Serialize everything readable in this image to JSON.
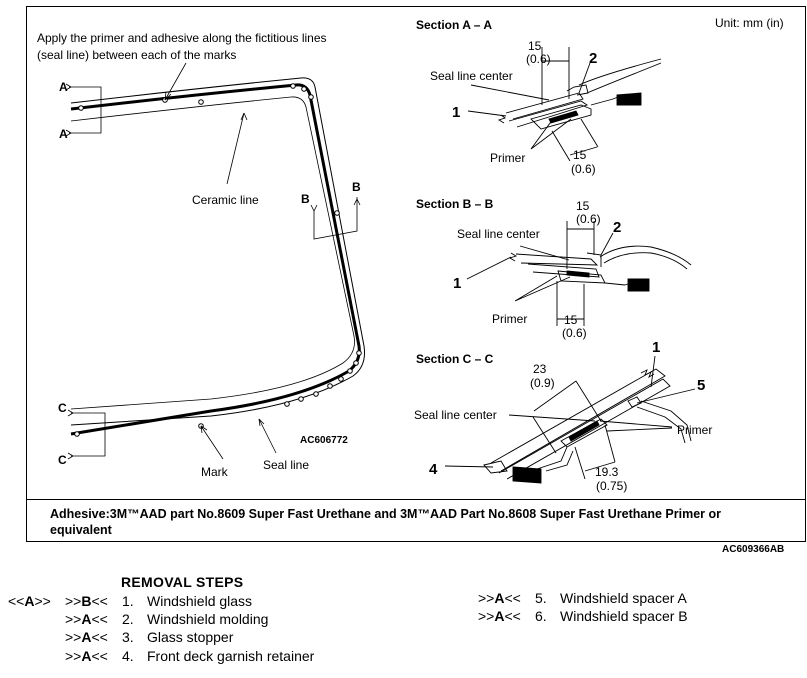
{
  "diagram": {
    "instruction_line1": "Apply the primer and adhesive along the fictitious lines",
    "instruction_line2": "(seal line) between each of the marks",
    "unit": "Unit: mm (in)",
    "section_a_title": "Section A – A",
    "section_b_title": "Section B – B",
    "section_c_title": "Section C – C",
    "label_a": "A",
    "label_b": "B",
    "label_c": "C",
    "ceramic_line": "Ceramic line",
    "mark": "Mark",
    "seal_line": "Seal line",
    "seal_line_center": "Seal line center",
    "primer": "Primer",
    "dim_15": "15",
    "dim_15_in": "(0.6)",
    "dim_23": "23",
    "dim_23_in": "(0.9)",
    "dim_19_3": "19.3",
    "dim_19_3_in": "(0.75)",
    "callout_1": "1",
    "callout_2": "2",
    "callout_4": "4",
    "callout_5": "5",
    "inner_code": "AC606772",
    "figure_code": "AC609366AB"
  },
  "adhesive_note": "Adhesive:3M™AAD part No.8609 Super Fast Urethane and 3M™AAD Part No.8608 Super Fast Urethane Primer or equivalent",
  "removal": {
    "title": "REMOVAL STEPS",
    "steps": [
      {
        "ref_a": "<<A>>",
        "ref_b": ">>B<<",
        "num": "1.",
        "text": "Windshield glass"
      },
      {
        "ref_a": "",
        "ref_b": ">>A<<",
        "num": "2.",
        "text": "Windshield molding"
      },
      {
        "ref_a": "",
        "ref_b": ">>A<<",
        "num": "3.",
        "text": "Glass stopper"
      },
      {
        "ref_a": "",
        "ref_b": ">>A<<",
        "num": "4.",
        "text": "Front deck garnish retainer"
      },
      {
        "ref_a": "",
        "ref_b": ">>A<<",
        "num": "5.",
        "text": "Windshield spacer A"
      },
      {
        "ref_a": "",
        "ref_b": ">>A<<",
        "num": "6.",
        "text": "Windshield spacer B"
      }
    ]
  }
}
